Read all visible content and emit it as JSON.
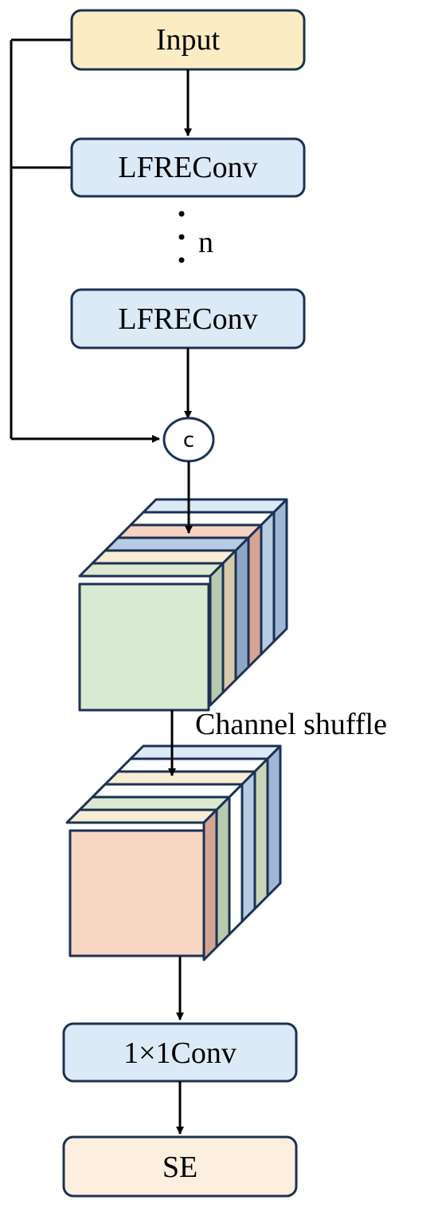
{
  "nodes": {
    "input": {
      "label": "Input",
      "color": "#fcecc4"
    },
    "lfreconv_top": {
      "label": "LFREConv",
      "color": "#dce9f6"
    },
    "repeat": {
      "label": "n"
    },
    "lfreconv_bottom": {
      "label": "LFREConv",
      "color": "#dce9f6"
    },
    "concat": {
      "label": "c"
    },
    "conv1x1": {
      "label": "1×1Conv",
      "color": "#dce9f6"
    },
    "se": {
      "label": "SE",
      "color": "#fdefde"
    }
  },
  "channel_shuffle": {
    "label": "Channel shuffle"
  },
  "colors": {
    "stroke": "#1c3153",
    "front_before": "#d9ead3",
    "front_after": "#f8d7c2",
    "slice_blue": "#b7cce3",
    "slice_pink": "#f6d2c0",
    "slice_cream": "#f7ecd4",
    "slice_green": "#dbe9d2",
    "slice_steel": "#9fb6d4"
  }
}
